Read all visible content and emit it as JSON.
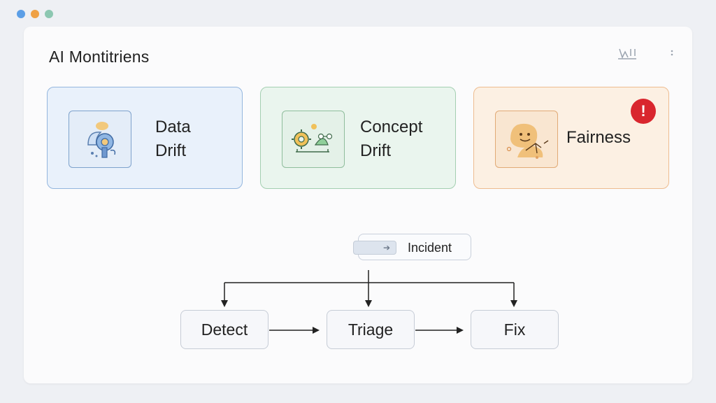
{
  "window": {
    "dots": [
      "#5b9ee6",
      "#efa145",
      "#8cc7b1"
    ]
  },
  "header": {
    "title": "AI Montitriens",
    "actions": [
      {
        "icon": "collapse-icon"
      },
      {
        "icon": "more-icon"
      }
    ]
  },
  "cards": [
    {
      "label_line1": "Data",
      "label_line2": "Drift",
      "icon": "data-drift-icon",
      "accent": "#93b6de"
    },
    {
      "label_line1": "Concept",
      "label_line2": "Drift",
      "icon": "concept-drift-icon",
      "accent": "#a3cfb1"
    },
    {
      "label": "Fairness",
      "icon": "fairness-icon",
      "accent": "#eebc8f",
      "alert": "!"
    }
  ],
  "flow": {
    "incident": {
      "label": "Incident",
      "chip_icon": "arrow-right-icon"
    },
    "steps": [
      "Detect",
      "Triage",
      "Fix"
    ]
  }
}
